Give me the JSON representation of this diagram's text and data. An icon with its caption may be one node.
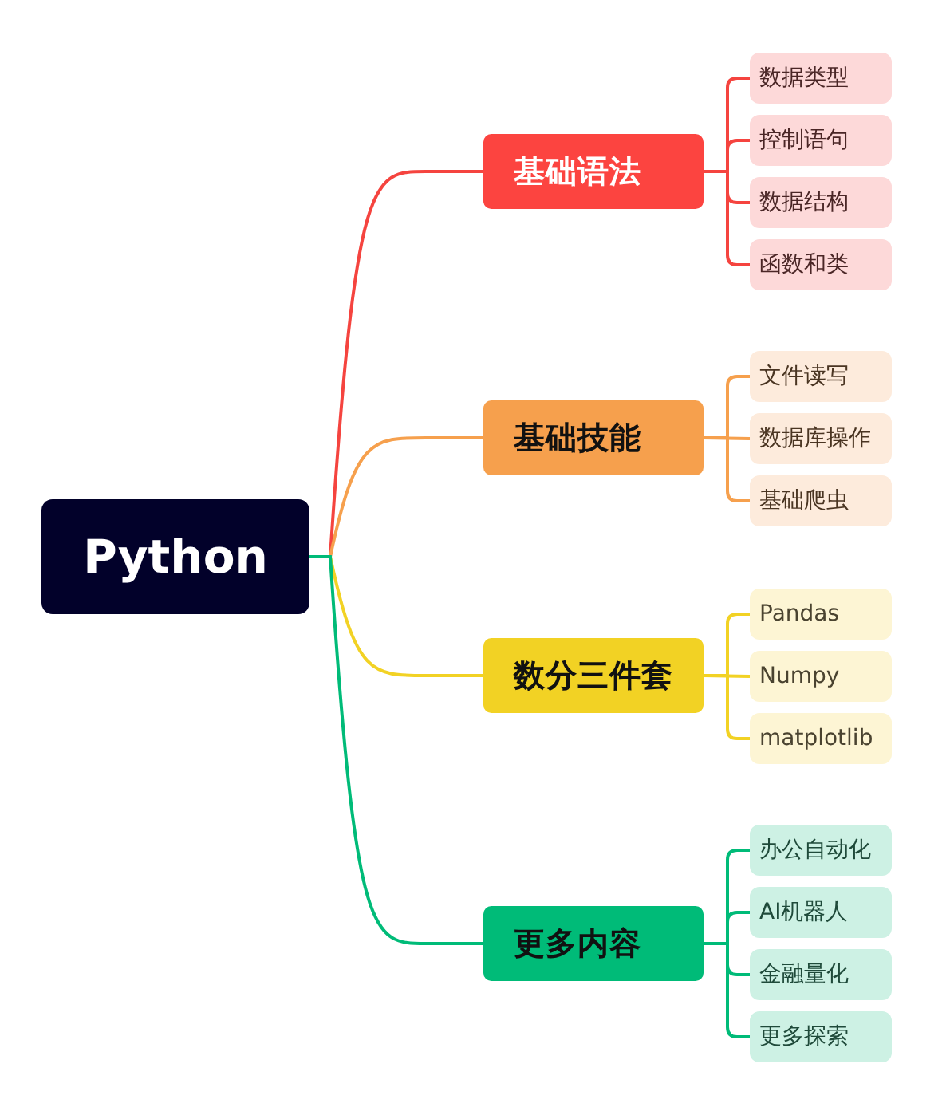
{
  "diagram": {
    "nodes": [
      {
        "text": [
          "Python"
        ]
      },
      {
        "text": [
          "基础语法"
        ]
      },
      {
        "text": [
          "数据类型"
        ]
      },
      {
        "text": [
          "控制语句"
        ]
      },
      {
        "text": [
          "数据结构"
        ]
      },
      {
        "text": [
          "函数和类"
        ]
      },
      {
        "text": [
          "基础技能"
        ]
      },
      {
        "text": [
          "文件读写"
        ]
      },
      {
        "text": [
          "数据库操作"
        ]
      },
      {
        "text": [
          "基础爬虫"
        ]
      },
      {
        "text": [
          "数分三件套"
        ]
      },
      {
        "text": [
          "Pandas"
        ]
      },
      {
        "text": [
          "Numpy"
        ]
      },
      {
        "text": [
          "matplotlib"
        ]
      },
      {
        "text": [
          "更多内容"
        ]
      },
      {
        "text": [
          "办公自动化"
        ]
      },
      {
        "text": [
          "AI机器人"
        ]
      },
      {
        "text": [
          "金融量化"
        ]
      },
      {
        "text": [
          "更多探索"
        ]
      }
    ],
    "edges": [
      {
        "from": 0,
        "to": 1,
        "arrow": "none",
        "color": "#f5443f"
      },
      {
        "from": 1,
        "to": 2,
        "arrow": "none",
        "color": "#f5443f"
      },
      {
        "from": 1,
        "to": 3,
        "arrow": "none",
        "color": "#f5443f"
      },
      {
        "from": 1,
        "to": 4,
        "arrow": "none",
        "color": "#f5443f"
      },
      {
        "from": 1,
        "to": 5,
        "arrow": "none",
        "color": "#f5443f"
      },
      {
        "from": 0,
        "to": 6,
        "arrow": "none",
        "color": "#f6a04d"
      },
      {
        "from": 6,
        "to": 7,
        "arrow": "none",
        "color": "#f6a04d"
      },
      {
        "from": 6,
        "to": 8,
        "arrow": "none",
        "color": "#f6a04d"
      },
      {
        "from": 6,
        "to": 9,
        "arrow": "none",
        "color": "#f6a04d"
      },
      {
        "from": 0,
        "to": 10,
        "arrow": "none",
        "color": "#f2d224"
      },
      {
        "from": 10,
        "to": 11,
        "arrow": "none",
        "color": "#f2d224"
      },
      {
        "from": 10,
        "to": 12,
        "arrow": "none",
        "color": "#f2d224"
      },
      {
        "from": 10,
        "to": 13,
        "arrow": "none",
        "color": "#f2d224"
      },
      {
        "from": 0,
        "to": 14,
        "arrow": "none",
        "color": "#00bb78"
      },
      {
        "from": 14,
        "to": 15,
        "arrow": "none",
        "color": "#00bb78"
      },
      {
        "from": 14,
        "to": 16,
        "arrow": "none",
        "color": "#00bb78"
      },
      {
        "from": 14,
        "to": 17,
        "arrow": "none",
        "color": "#00bb78"
      },
      {
        "from": 14,
        "to": 18,
        "arrow": "none",
        "color": "#00bb78"
      }
    ]
  }
}
